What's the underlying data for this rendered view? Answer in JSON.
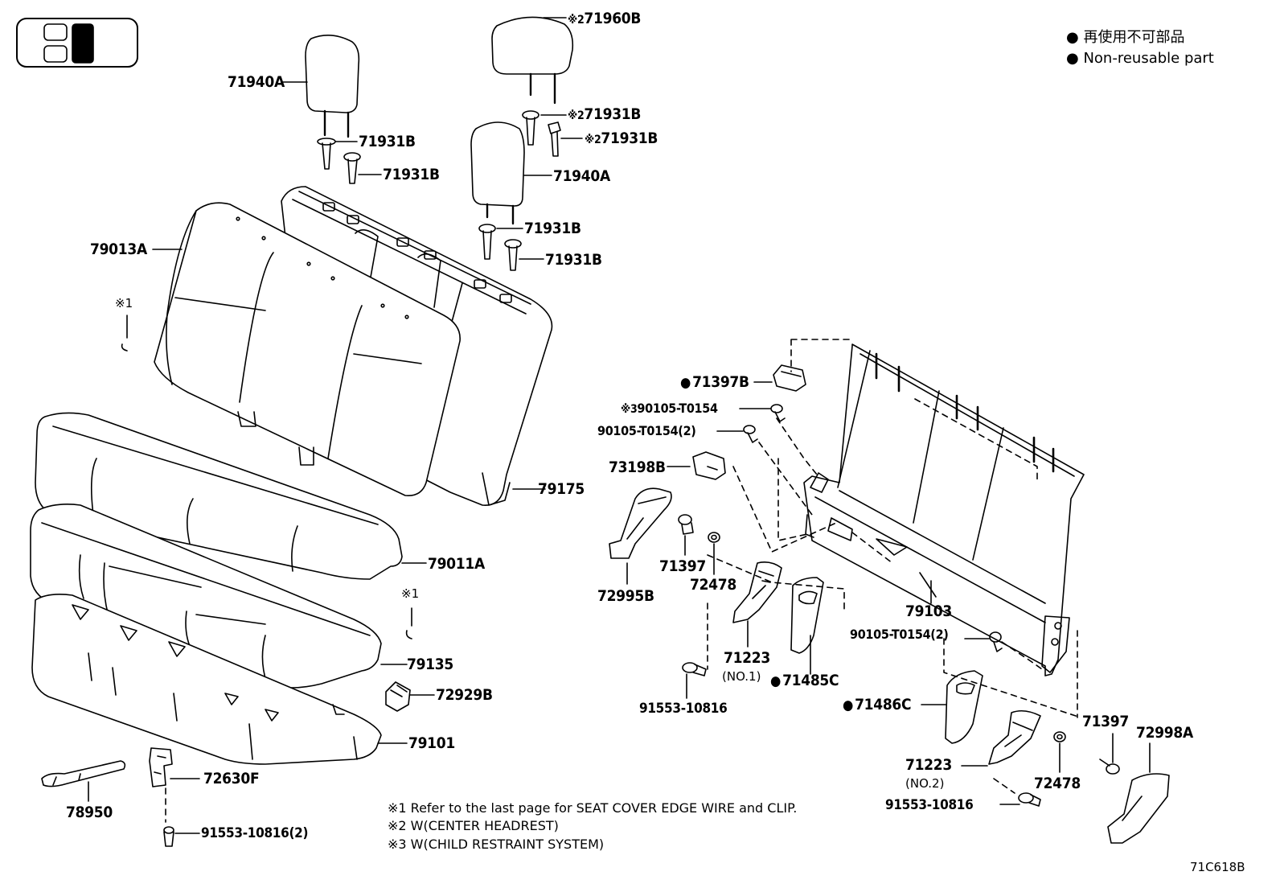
{
  "legend": {
    "bullet": "●",
    "line1": "再使用不可部品",
    "line2": "Non-reusable part"
  },
  "part_labels": [
    {
      "id": "71940A_left",
      "text": "71940A"
    },
    {
      "id": "71931B_1",
      "text": "71931B"
    },
    {
      "id": "71931B_2",
      "text": "71931B"
    },
    {
      "id": "71960B",
      "text": "71960B",
      "mark": "※2"
    },
    {
      "id": "71931B_3",
      "text": "71931B",
      "mark": "※2"
    },
    {
      "id": "71931B_4",
      "text": "71931B",
      "mark": "※2"
    },
    {
      "id": "71940A_right",
      "text": "71940A"
    },
    {
      "id": "71931B_5",
      "text": "71931B"
    },
    {
      "id": "71931B_6",
      "text": "71931B"
    },
    {
      "id": "79013A",
      "text": "79013A"
    },
    {
      "id": "mark1_top",
      "text": "",
      "mark": "※1"
    },
    {
      "id": "79175",
      "text": "79175"
    },
    {
      "id": "79011A",
      "text": "79011A"
    },
    {
      "id": "mark1_mid",
      "text": "",
      "mark": "※1"
    },
    {
      "id": "79135",
      "text": "79135"
    },
    {
      "id": "72929B",
      "text": "72929B"
    },
    {
      "id": "79101",
      "text": "79101"
    },
    {
      "id": "72630F",
      "text": "72630F"
    },
    {
      "id": "78950",
      "text": "78950"
    },
    {
      "id": "91553-10816_2",
      "text": "91553-10816(2)"
    },
    {
      "id": "71397B",
      "text": "71397B",
      "dot": true
    },
    {
      "id": "90105-T0154_a",
      "text": "90105-T0154",
      "mark": "※3"
    },
    {
      "id": "90105-T0154_b",
      "text": "90105-T0154(2)"
    },
    {
      "id": "73198B",
      "text": "73198B"
    },
    {
      "id": "72995B",
      "text": "72995B"
    },
    {
      "id": "71397_a",
      "text": "71397"
    },
    {
      "id": "72478_a",
      "text": "72478"
    },
    {
      "id": "71223_a",
      "text": "71223"
    },
    {
      "id": "71485C",
      "text": "71485C",
      "dot": true
    },
    {
      "id": "91553-10816_a",
      "text": "91553-10816"
    },
    {
      "id": "79103",
      "text": "79103"
    },
    {
      "id": "90105-T0154_c",
      "text": "90105-T0154(2)"
    },
    {
      "id": "71486C",
      "text": "71486C",
      "dot": true
    },
    {
      "id": "71397_b",
      "text": "71397"
    },
    {
      "id": "72998A",
      "text": "72998A"
    },
    {
      "id": "71223_b",
      "text": "71223"
    },
    {
      "id": "72478_b",
      "text": "72478"
    },
    {
      "id": "91553-10816_b",
      "text": "91553-10816"
    }
  ],
  "sub_labels": {
    "no1": "(NO.1)",
    "no2": "(NO.2)"
  },
  "notes": [
    {
      "mark": "※1",
      "text": " Refer to the last page for SEAT COVER EDGE WIRE and CLIP."
    },
    {
      "mark": "※2",
      "text": " W(CENTER HEADREST)"
    },
    {
      "mark": "※3",
      "text": " W(CHILD RESTRAINT SYSTEM)"
    }
  ],
  "figure_code": "71C618B"
}
